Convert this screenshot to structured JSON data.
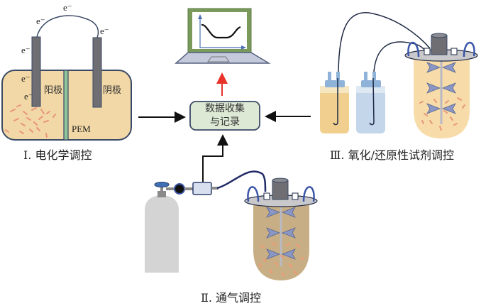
{
  "title": "Bioprocess regulation methods and data acquisition",
  "panels": {
    "electrochemical": {
      "caption": "Ⅰ. 电化学调控",
      "anode_label": "阳极",
      "cathode_label": "阴极",
      "membrane_label": "PEM",
      "electron_labels": [
        "e⁻",
        "e⁻",
        "e⁻",
        "e⁻",
        "e⁻",
        "e⁻"
      ]
    },
    "aeration": {
      "caption": "Ⅱ. 通气调控"
    },
    "redox": {
      "caption": "Ⅲ. 氧化/还原性试剂调控"
    }
  },
  "center": {
    "data_box_line1": "数据收集",
    "data_box_line2": "与记录"
  },
  "colors": {
    "culture_tan": "#f2d8a6",
    "membrane_green": "#8fc39a",
    "electrode_gray": "#6e6e73",
    "box_fill": "#dde9d4",
    "box_border": "#3b4a66",
    "arrow_red": "#e8322a",
    "laptop_frame": "#7a9a5c",
    "impeller_blue": "#8a97c4",
    "bottle_yellow": "#f1cf8f",
    "bottle_blue": "#c3d6ea",
    "cap_blue": "#8fb2d8",
    "cylinder_gray": "#d4d4d4",
    "reactor_brown": "#c8ae84"
  }
}
